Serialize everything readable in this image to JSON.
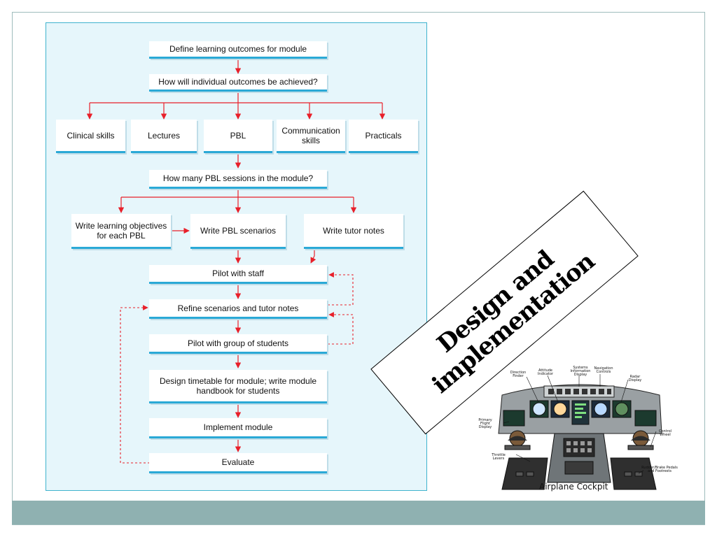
{
  "flowchart": {
    "define": "Define learning outcomes for module",
    "how_achieved": "How will individual outcomes be achieved?",
    "clinical": "Clinical skills",
    "lectures": "Lectures",
    "pbl": "PBL",
    "communication": "Communication skills",
    "practicals": "Practicals",
    "how_many": "How many PBL sessions in the module?",
    "write_objectives": "Write learning objectives for each PBL",
    "write_scenarios": "Write PBL scenarios",
    "write_tutor": "Write tutor notes",
    "pilot_staff": "Pilot with staff",
    "refine": "Refine scenarios and tutor notes",
    "pilot_students": "Pilot with group of students",
    "design_timetable": "Design timetable for module; write module handbook for students",
    "implement": "Implement module",
    "evaluate": "Evaluate"
  },
  "banner": {
    "line1": "Design and",
    "line2": "implementation"
  },
  "cockpit": {
    "title": "Airplane Cockpit",
    "labels": {
      "direction": "Direction Finder",
      "attitude": "Attitude Indicator",
      "systems": "Systems Information Display",
      "navigation": "Navigation Controls",
      "radar": "Radar Display",
      "primary": "Primary Flight Display",
      "control": "Control Wheel",
      "throttle": "Throttle Levers",
      "rudder": "Rudder/Brake Pedals and Footrests"
    }
  },
  "colors": {
    "panel_bg": "#e6f6fb",
    "panel_border": "#3fb3cd",
    "box_underline": "#2aa9d6",
    "arrow": "#e8202a",
    "bottom_bar": "#8fb1b1"
  }
}
